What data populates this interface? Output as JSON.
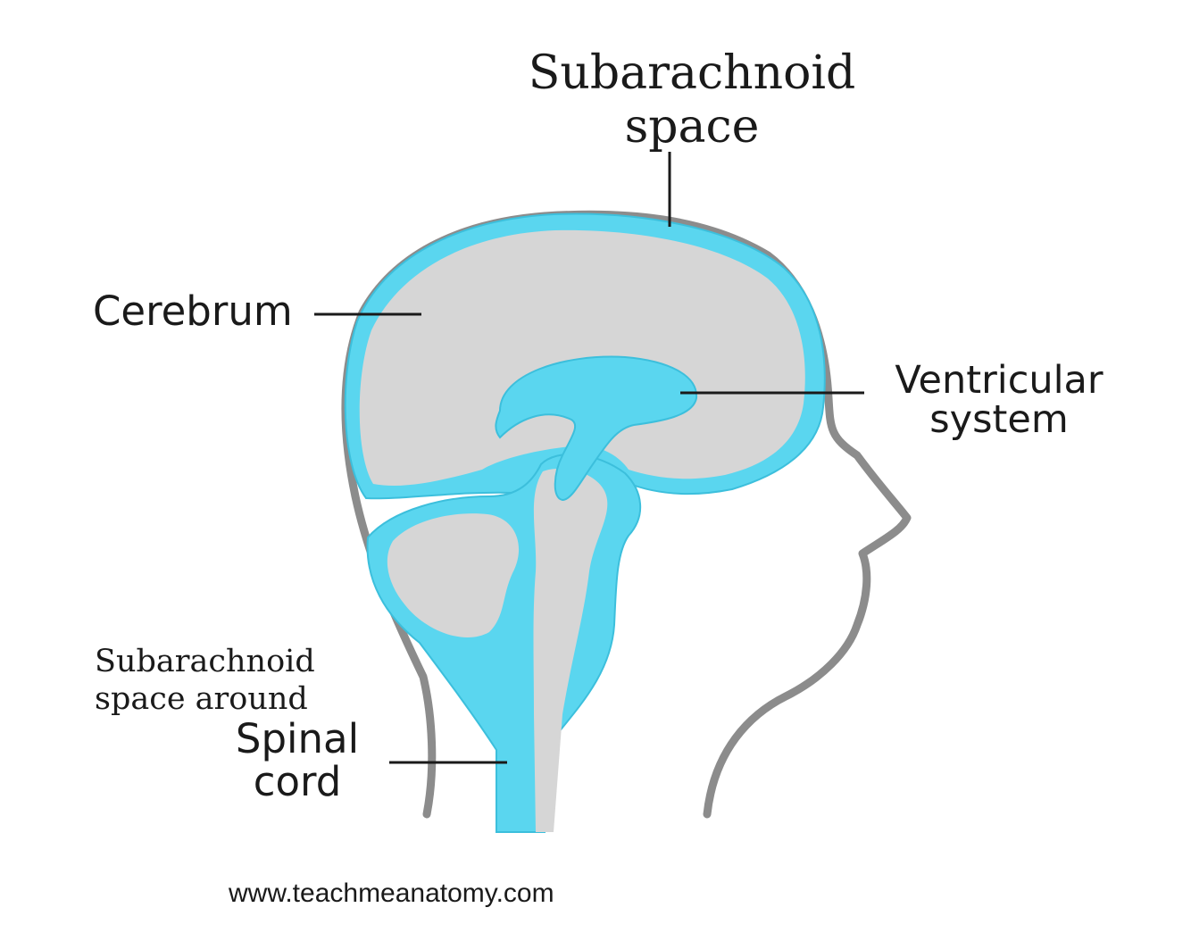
{
  "labels": {
    "subarachnoid_top": [
      "Subarachnoid",
      "space"
    ],
    "cerebrum": "Cerebrum",
    "ventricular": [
      "Ventricular",
      "system"
    ],
    "subarachnoid_spinal": [
      "Subarachnoid",
      "space around"
    ],
    "spinal_cord": [
      "Spinal",
      "cord"
    ]
  },
  "credit": "www.teachmeanatomy.com",
  "colors": {
    "csf": "#5ad6ef",
    "csf_edge": "#3cbfdc",
    "brain_tissue": "#d6d6d6",
    "head_outline": "#8c8c8c",
    "leader_line": "#1a1a1a",
    "text": "#1a1a1a"
  }
}
